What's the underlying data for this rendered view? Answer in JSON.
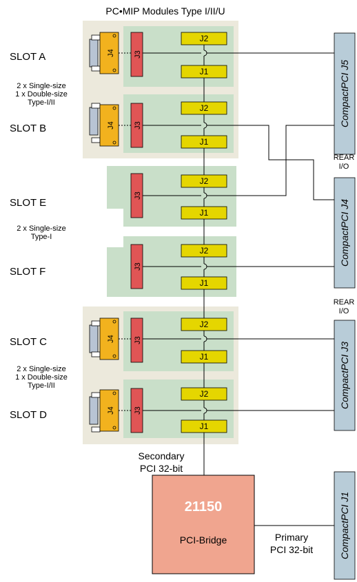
{
  "title": "PC•MIP Modules Type I/II/U",
  "slots": [
    {
      "id": "a",
      "label": "SLOT A",
      "type": "full"
    },
    {
      "id": "b",
      "label": "SLOT B",
      "type": "full"
    },
    {
      "id": "e",
      "label": "SLOT E",
      "type": "half"
    },
    {
      "id": "f",
      "label": "SLOT F",
      "type": "half"
    },
    {
      "id": "c",
      "label": "SLOT C",
      "type": "full"
    },
    {
      "id": "d",
      "label": "SLOT D",
      "type": "full"
    }
  ],
  "group_notes": {
    "ab": [
      "2 x Single-size",
      "1 x Double-size",
      "Type-I/II"
    ],
    "ef": [
      "2 x Single-size",
      "Type-I"
    ],
    "cd": [
      "2 x Single-size",
      "1 x Double-size",
      "Type-I/II"
    ]
  },
  "connectors": {
    "j1": "J1",
    "j2": "J2",
    "j3": "J3",
    "j4": "J4"
  },
  "compactpci": {
    "j5": "CompactPCI J5",
    "j4": "CompactPCI J4",
    "j3": "CompactPCI J3",
    "j1": "CompactPCI J1"
  },
  "rear_io": [
    "REAR",
    "I/O"
  ],
  "secondary_bus": [
    "Secondary",
    "PCI 32-bit"
  ],
  "primary_bus": [
    "Primary",
    "PCI 32-bit"
  ],
  "bridge": {
    "number": "21150",
    "name": "PCI-Bridge"
  },
  "colors": {
    "group_bg": "#ece9dc",
    "board": "#c9dfc9",
    "j3": "#e05555",
    "j12": "#e5d600",
    "j4": "#f2b21e",
    "bridge": "#f0a58f",
    "cpci": "#b8ccd8"
  }
}
